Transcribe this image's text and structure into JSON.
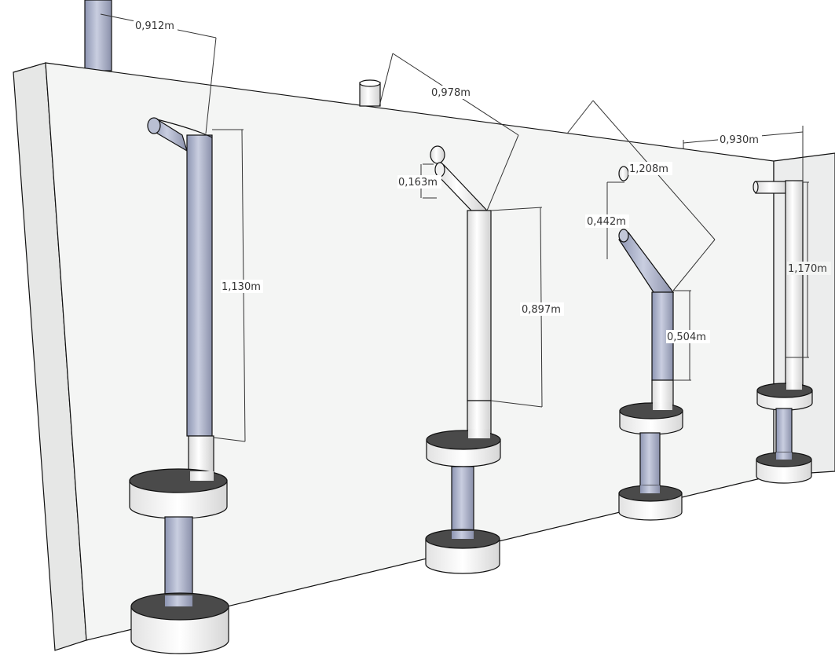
{
  "colors": {
    "wall_front": "#f4f5f4",
    "wall_side": "#e6e7e6",
    "pipe_blue": "#a9b0c8",
    "pipe_white": "#f7f7f7",
    "disk_top": "#4a4a4a"
  },
  "dimensions": {
    "top_pipe_offset": "0,912m",
    "pipe1_height": "1,130m",
    "pipe2_diagonal": "0,978m",
    "pipe2_offset": "0,163m",
    "pipe2_height": "0,897m",
    "pipe3_diagonal": "1,208m",
    "pipe3_offset": "0,442m",
    "pipe3_height": "0,504m",
    "pipe4_offset": "0,930m",
    "pipe4_height": "1,170m"
  }
}
